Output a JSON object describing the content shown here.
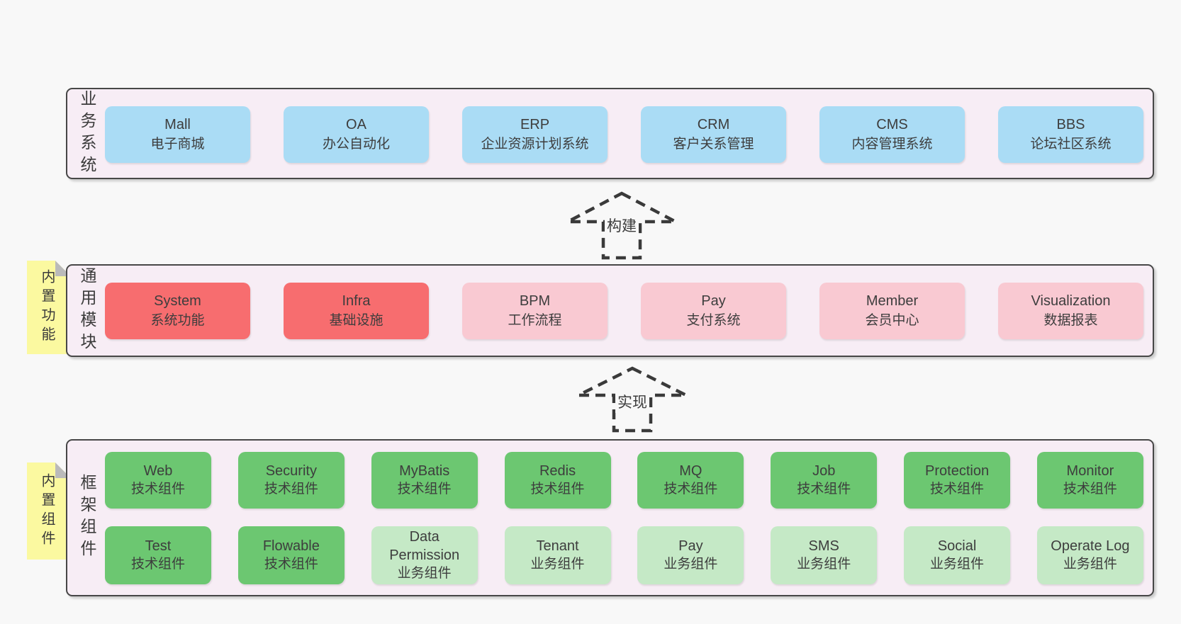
{
  "colors": {
    "page": "#f8f8f8",
    "panel": "#f7edf5",
    "border": "#474747",
    "text": "#3b3b3b",
    "blue": "#aadcf5",
    "red": "#f76d6f",
    "pink": "#f9c9d2",
    "green_dark": "#6cc771",
    "green_light": "#c5e9c6",
    "yellow": "#fbf9a0",
    "fold": "#bababa"
  },
  "business": {
    "label": "业务系统",
    "items": [
      {
        "en": "Mall",
        "zh": "电子商城",
        "variant": "blue"
      },
      {
        "en": "OA",
        "zh": "办公自动化",
        "variant": "blue"
      },
      {
        "en": "ERP",
        "zh": "企业资源计划系统",
        "variant": "blue"
      },
      {
        "en": "CRM",
        "zh": "客户关系管理",
        "variant": "blue"
      },
      {
        "en": "CMS",
        "zh": "内容管理系统",
        "variant": "blue"
      },
      {
        "en": "BBS",
        "zh": "论坛社区系统",
        "variant": "blue"
      }
    ]
  },
  "arrows": {
    "build": "构建",
    "implement": "实现"
  },
  "modules": {
    "sticky": "内置功能",
    "label": "通用模块",
    "items": [
      {
        "en": "System",
        "zh": "系统功能",
        "variant": "red"
      },
      {
        "en": "Infra",
        "zh": "基础设施",
        "variant": "red"
      },
      {
        "en": "BPM",
        "zh": "工作流程",
        "variant": "pink"
      },
      {
        "en": "Pay",
        "zh": "支付系统",
        "variant": "pink"
      },
      {
        "en": "Member",
        "zh": "会员中心",
        "variant": "pink"
      },
      {
        "en": "Visualization",
        "zh": "数据报表",
        "variant": "pink"
      }
    ]
  },
  "components": {
    "sticky": "内置组件",
    "label": "框架组件",
    "row1": [
      {
        "en": "Web",
        "zh": "技术组件",
        "variant": "greendark"
      },
      {
        "en": "Security",
        "zh": "技术组件",
        "variant": "greendark"
      },
      {
        "en": "MyBatis",
        "zh": "技术组件",
        "variant": "greendark"
      },
      {
        "en": "Redis",
        "zh": "技术组件",
        "variant": "greendark"
      },
      {
        "en": "MQ",
        "zh": "技术组件",
        "variant": "greendark"
      },
      {
        "en": "Job",
        "zh": "技术组件",
        "variant": "greendark"
      },
      {
        "en": "Protection",
        "zh": "技术组件",
        "variant": "greendark"
      },
      {
        "en": "Monitor",
        "zh": "技术组件",
        "variant": "greendark"
      }
    ],
    "row2": [
      {
        "en": "Test",
        "zh": "技术组件",
        "variant": "greendark"
      },
      {
        "en": "Flowable",
        "zh": "技术组件",
        "variant": "greendark"
      },
      {
        "en": "Data Permission",
        "zh": "业务组件",
        "variant": "greenlight"
      },
      {
        "en": "Tenant",
        "zh": "业务组件",
        "variant": "greenlight"
      },
      {
        "en": "Pay",
        "zh": "业务组件",
        "variant": "greenlight"
      },
      {
        "en": "SMS",
        "zh": "业务组件",
        "variant": "greenlight"
      },
      {
        "en": "Social",
        "zh": "业务组件",
        "variant": "greenlight"
      },
      {
        "en": "Operate Log",
        "zh": "业务组件",
        "variant": "greenlight"
      }
    ]
  }
}
